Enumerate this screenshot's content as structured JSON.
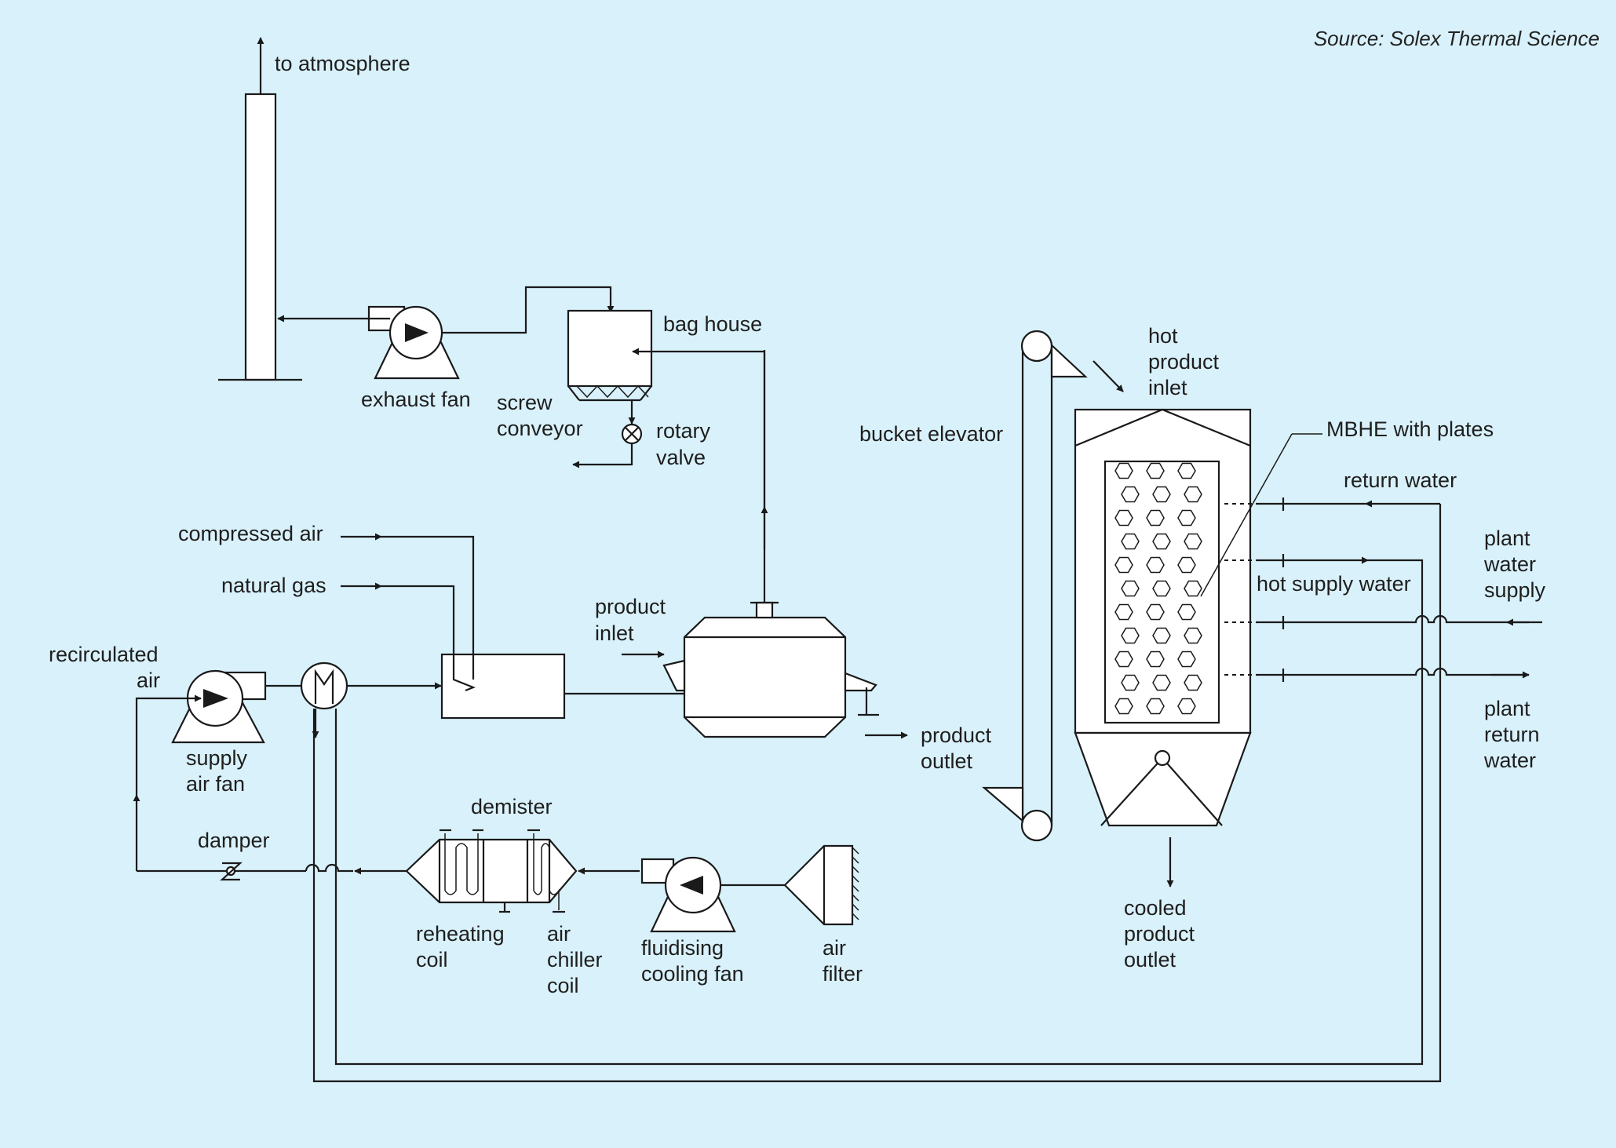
{
  "source": "Source: Solex Thermal Science",
  "labels": {
    "to_atmosphere": "to atmosphere",
    "exhaust_fan": "exhaust fan",
    "bag_house": "bag house",
    "screw": "screw",
    "conveyor": "conveyor",
    "rotary": "rotary",
    "valve": "valve",
    "bucket_elevator": "bucket elevator",
    "hot": "hot",
    "product": "product",
    "inlet": "inlet",
    "mbhe_with_plates": "MBHE with plates",
    "return_water": "return water",
    "plant": "plant",
    "water": "water",
    "supply": "supply",
    "hot_supply_water": "hot supply water",
    "compressed_air": "compressed air",
    "natural_gas": "natural gas",
    "recirculated": "recirculated",
    "air": "air",
    "air_fan": "air fan",
    "outlet": "outlet",
    "return": "return",
    "damper": "damper",
    "demister": "demister",
    "reheating": "reheating",
    "coil": "coil",
    "chiller": "chiller",
    "fluidising": "fluidising",
    "cooling_fan": "cooling fan",
    "filter": "filter",
    "cooled": "cooled"
  }
}
